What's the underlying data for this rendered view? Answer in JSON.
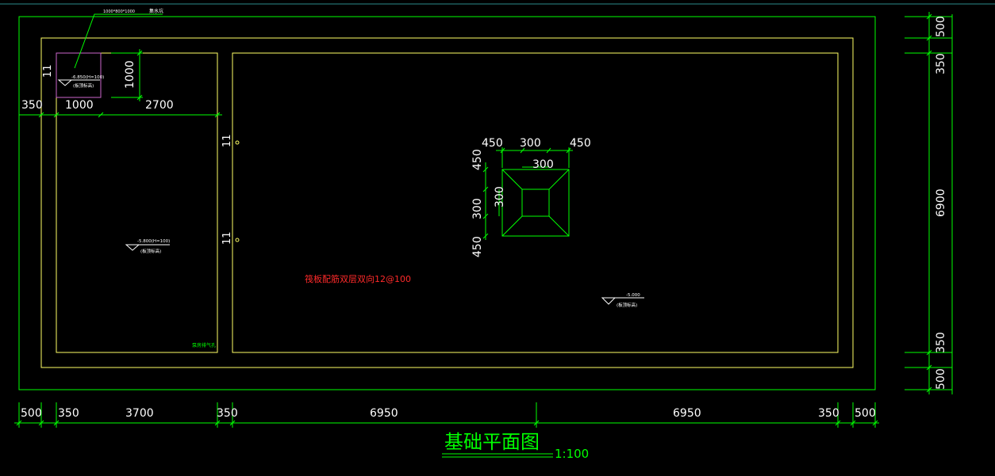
{
  "colors": {
    "background": "#000000",
    "green": "#00ff00",
    "yellow": "#ffff66",
    "white": "#ffffff",
    "magenta": "#cc66cc",
    "red": "#ff2a2a",
    "frame_top": "#2c8a8a"
  },
  "drawing": {
    "title": "基础平面图",
    "scale": "1:100"
  },
  "bottom_dims": [
    "500",
    "350",
    "3700",
    "350",
    "6950",
    "6950",
    "350",
    "500"
  ],
  "right_dims": [
    "500",
    "350",
    "6900",
    "350",
    "500"
  ],
  "left_dims": {
    "d350": "350",
    "d1000": "1000",
    "d2700": "2700",
    "d1000_v": "1000",
    "mark_11": "11"
  },
  "pit": {
    "callout": "1000*800*1000",
    "callout_tag": "集水坑",
    "elev_text": "-6.850(H=100)",
    "elev_note": "(板顶标高)"
  },
  "left_room": {
    "elev_text": "-5.800(H=100)",
    "elev_note": "(板顶标高)",
    "corner_label": "泵房排气孔"
  },
  "main_room": {
    "elev_text": "-5.000",
    "elev_note": "(板顶标高)",
    "red_note": "筏板配筋双层双向12@100"
  },
  "markers": [
    "11",
    "11"
  ],
  "column": {
    "top_dims": [
      "450",
      "300",
      "450"
    ],
    "top_inner": "300",
    "left_dims": [
      "450",
      "300",
      "450"
    ],
    "left_inner": "300"
  }
}
